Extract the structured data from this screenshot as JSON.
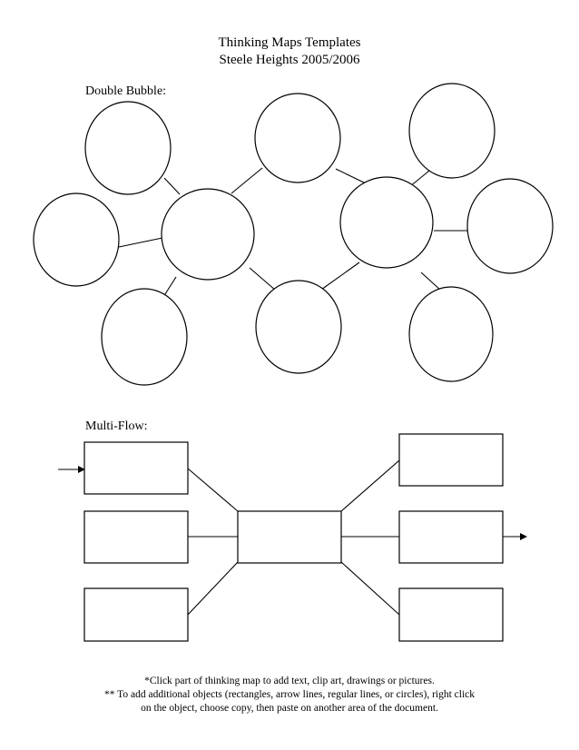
{
  "header": {
    "title": "Thinking Maps Templates",
    "subtitle": "Steele Heights 2005/2006"
  },
  "double_bubble": {
    "label": "Double Bubble:"
  },
  "multi_flow": {
    "label": "Multi-Flow:"
  },
  "footer": {
    "line1": "*Click part of thinking map to add text, clip art, drawings or pictures.",
    "line2": "** To add additional objects (rectangles, arrow lines, regular lines, or circles), right click",
    "line3": "on the object, choose copy, then paste on another area of the document."
  }
}
